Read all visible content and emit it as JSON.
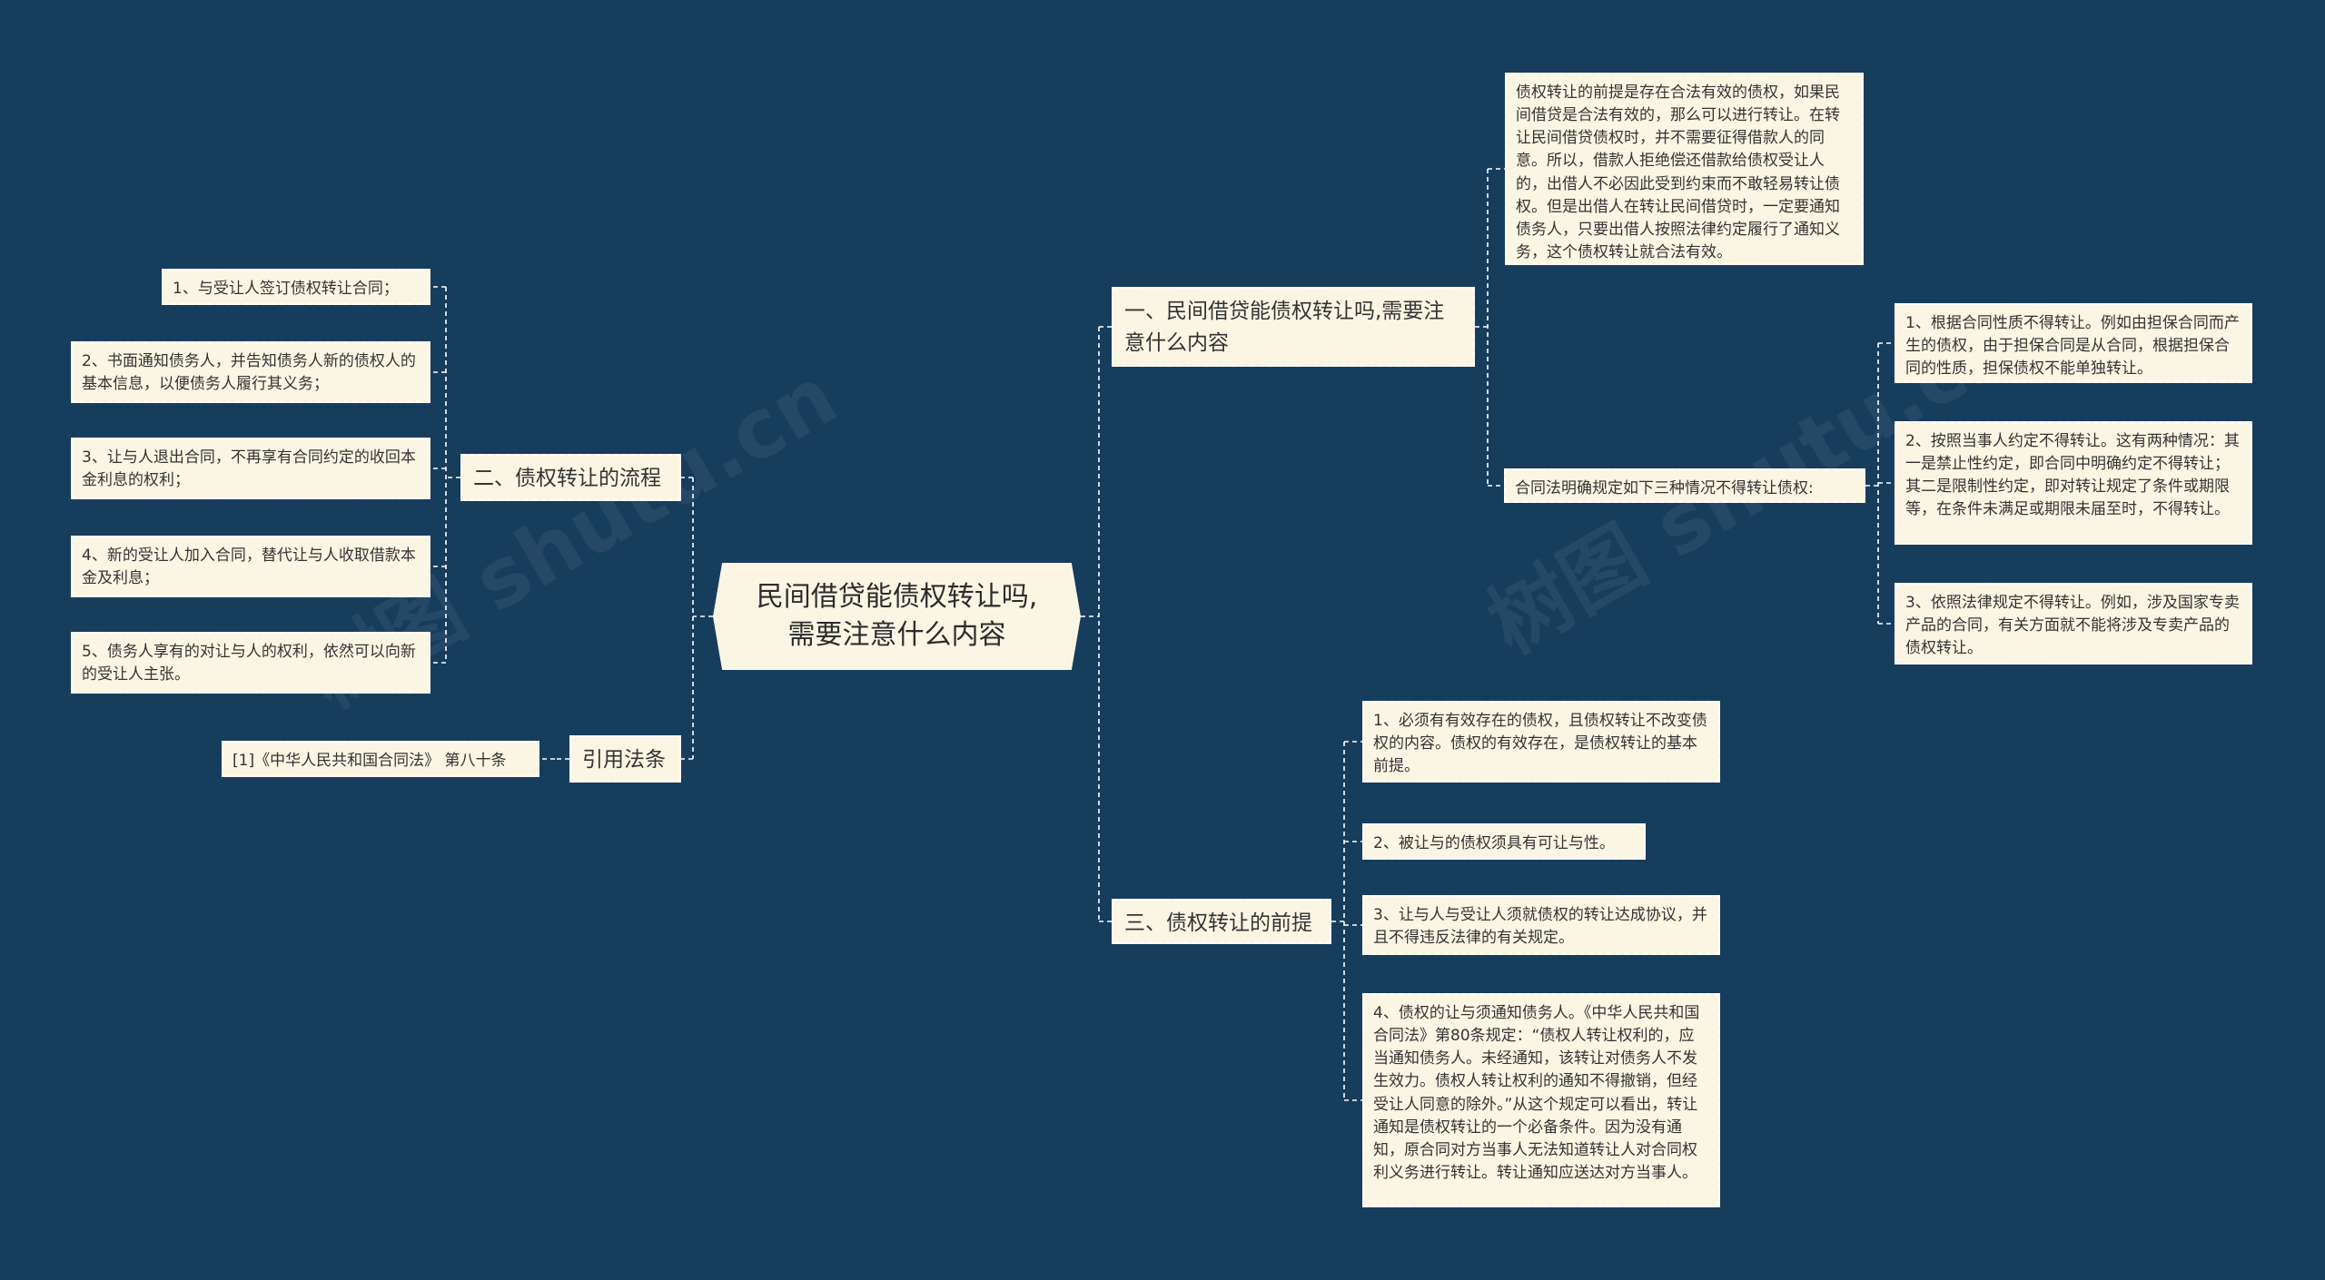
{
  "center": {
    "title": "民间借贷能债权转让吗,需要注意什么内容"
  },
  "right": {
    "b1": {
      "label": "一、民间借贷能债权转让吗,需要注意什么内容",
      "detail": "债权转让的前提是存在合法有效的债权，如果民间借贷是合法有效的，那么可以进行转让。在转让民间借贷债权时，并不需要征得借款人的同意。所以，借款人拒绝偿还借款给债权受让人的，出借人不必因此受到约束而不敢轻易转让债权。但是出借人在转让民间借贷时，一定要通知债务人，只要出借人按照法律约定履行了通知义务，这个债权转让就合法有效。",
      "sub_label": "合同法明确规定如下三种情况不得转让债权:",
      "sub_items": [
        "1、根据合同性质不得转让。例如由担保合同而产生的债权，由于担保合同是从合同，根据担保合同的性质，担保债权不能单独转让。",
        "2、按照当事人约定不得转让。这有两种情况：其一是禁止性约定，即合同中明确约定不得转让；其二是限制性约定，即对转让规定了条件或期限等，在条件未满足或期限未届至时，不得转让。",
        "3、依照法律规定不得转让。例如，涉及国家专卖产品的合同，有关方面就不能将涉及专卖产品的债权转让。"
      ]
    },
    "b3": {
      "label": "三、债权转让的前提",
      "items": [
        "1、必须有有效存在的债权，且债权转让不改变债权的内容。债权的有效存在，是债权转让的基本前提。",
        "2、被让与的债权须具有可让与性。",
        "3、让与人与受让人须就债权的转让达成协议，并且不得违反法律的有关规定。",
        "4、债权的让与须通知债务人。《中华人民共和国合同法》第80条规定：“债权人转让权利的，应当通知债务人。未经通知，该转让对债务人不发生效力。债权人转让权利的通知不得撤销，但经受让人同意的除外。”从这个规定可以看出，转让通知是债权转让的一个必备条件。因为没有通知，原合同对方当事人无法知道转让人对合同权利义务进行转让。转让通知应送达对方当事人。"
      ]
    }
  },
  "left": {
    "b2": {
      "label": "二、债权转让的流程",
      "items": [
        "1、与受让人签订债权转让合同；",
        "2、书面通知债务人，并告知债务人新的债权人的基本信息，以便债务人履行其义务；",
        "3、让与人退出合同，不再享有合同约定的收回本金利息的权利；",
        "4、新的受让人加入合同，替代让与人收取借款本金及利息；",
        "5、债务人享有的对让与人的权利，依然可以向新的受让人主张。"
      ]
    },
    "ref": {
      "label": "引用法条",
      "items": [
        "[1]《中华人民共和国合同法》 第八十条"
      ]
    }
  },
  "colors": {
    "background": "#173d5d",
    "node": "#fbf6e4",
    "line": "#ffffff"
  }
}
